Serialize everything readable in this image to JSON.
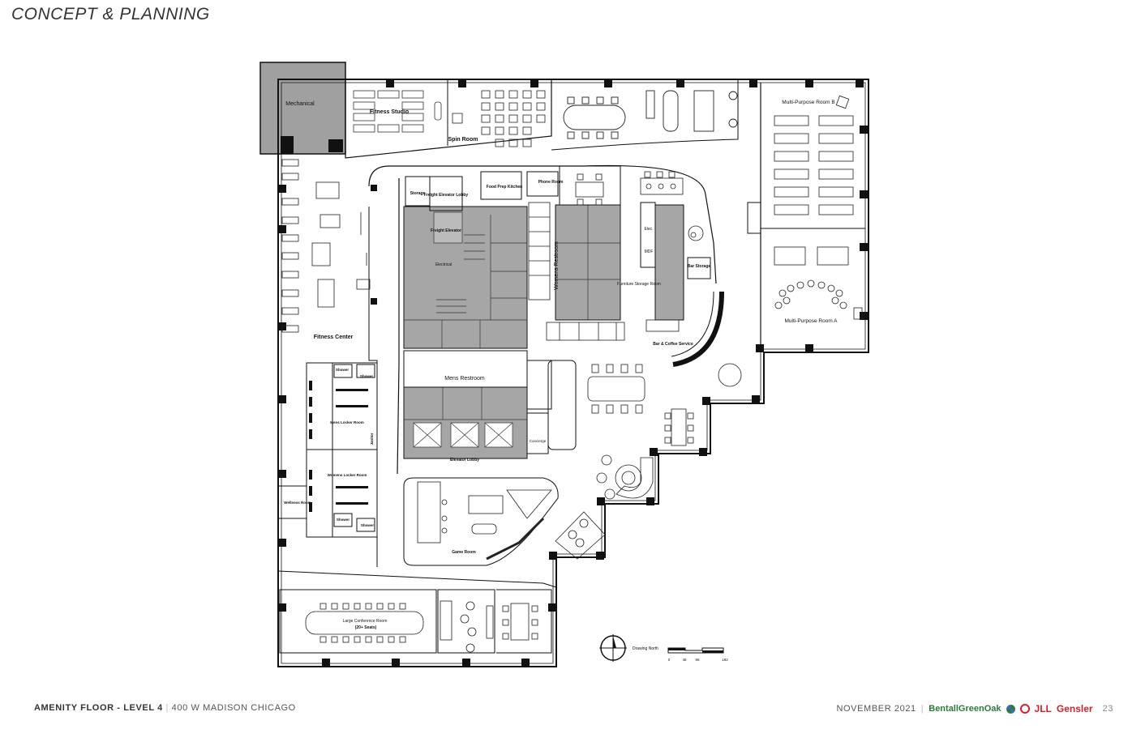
{
  "header": {
    "title": "CONCEPT & PLANNING"
  },
  "rooms": {
    "mechanical": "Mechanical",
    "fitness_studio": "Fitness Studio",
    "spin_room": "Spin Room",
    "multi_purpose_b": "Multi-Purpose Room B",
    "multi_purpose_a": "Multi-Purpose Room A",
    "storage": "Storage",
    "freight_elevator_lobby": "Freight Elevator Lobby",
    "food_prep_kitchen": "Food Prep Kitchen",
    "phone_room": "Phone Room",
    "freight_elevator": "Freight Elevator",
    "electrical": "Electrical",
    "womens_restroom": "Womens Restroom",
    "elec": "Elec.",
    "mdf": "MDF",
    "furniture_storage_room": "Furniture Storage Room",
    "bar_storage": "Bar Storage",
    "bar_coffee_service": "Bar & Coffee Service",
    "fitness_center": "Fitness Center",
    "mens_restroom": "Mens Restroom",
    "shower_1": "Shower",
    "shower_2": "Shower",
    "mens_locker_room": "Mens Locker Room",
    "janitor": "Janitor",
    "womens_locker_room": "Womens Locker Room",
    "wellness_room": "Wellness Room",
    "shower_3": "Shower",
    "shower_4": "Shower",
    "concierge": "Concierge",
    "elevator_lobby": "Elevator Lobby",
    "game_room": "Game Room",
    "large_conference_room": "Large Conference Room",
    "large_conference_seats": "(20+ Seats)"
  },
  "legend": {
    "north_label": "Drawing North",
    "scale_ticks": [
      "0",
      "48",
      "96",
      "192"
    ]
  },
  "footer": {
    "title_bold": "AMENITY FLOOR - LEVEL 4",
    "address": "400 W MADISON CHICAGO",
    "date": "NOVEMBER 2021",
    "brand_1": "BentallGreenOak",
    "brand_2": "JLL",
    "brand_3": "Gensler",
    "page": "23"
  },
  "colors": {
    "core_fill": "#a6a6a6",
    "line": "#111111",
    "jll_red": "#d3202f",
    "bgo_green": "#2c7a3c"
  }
}
